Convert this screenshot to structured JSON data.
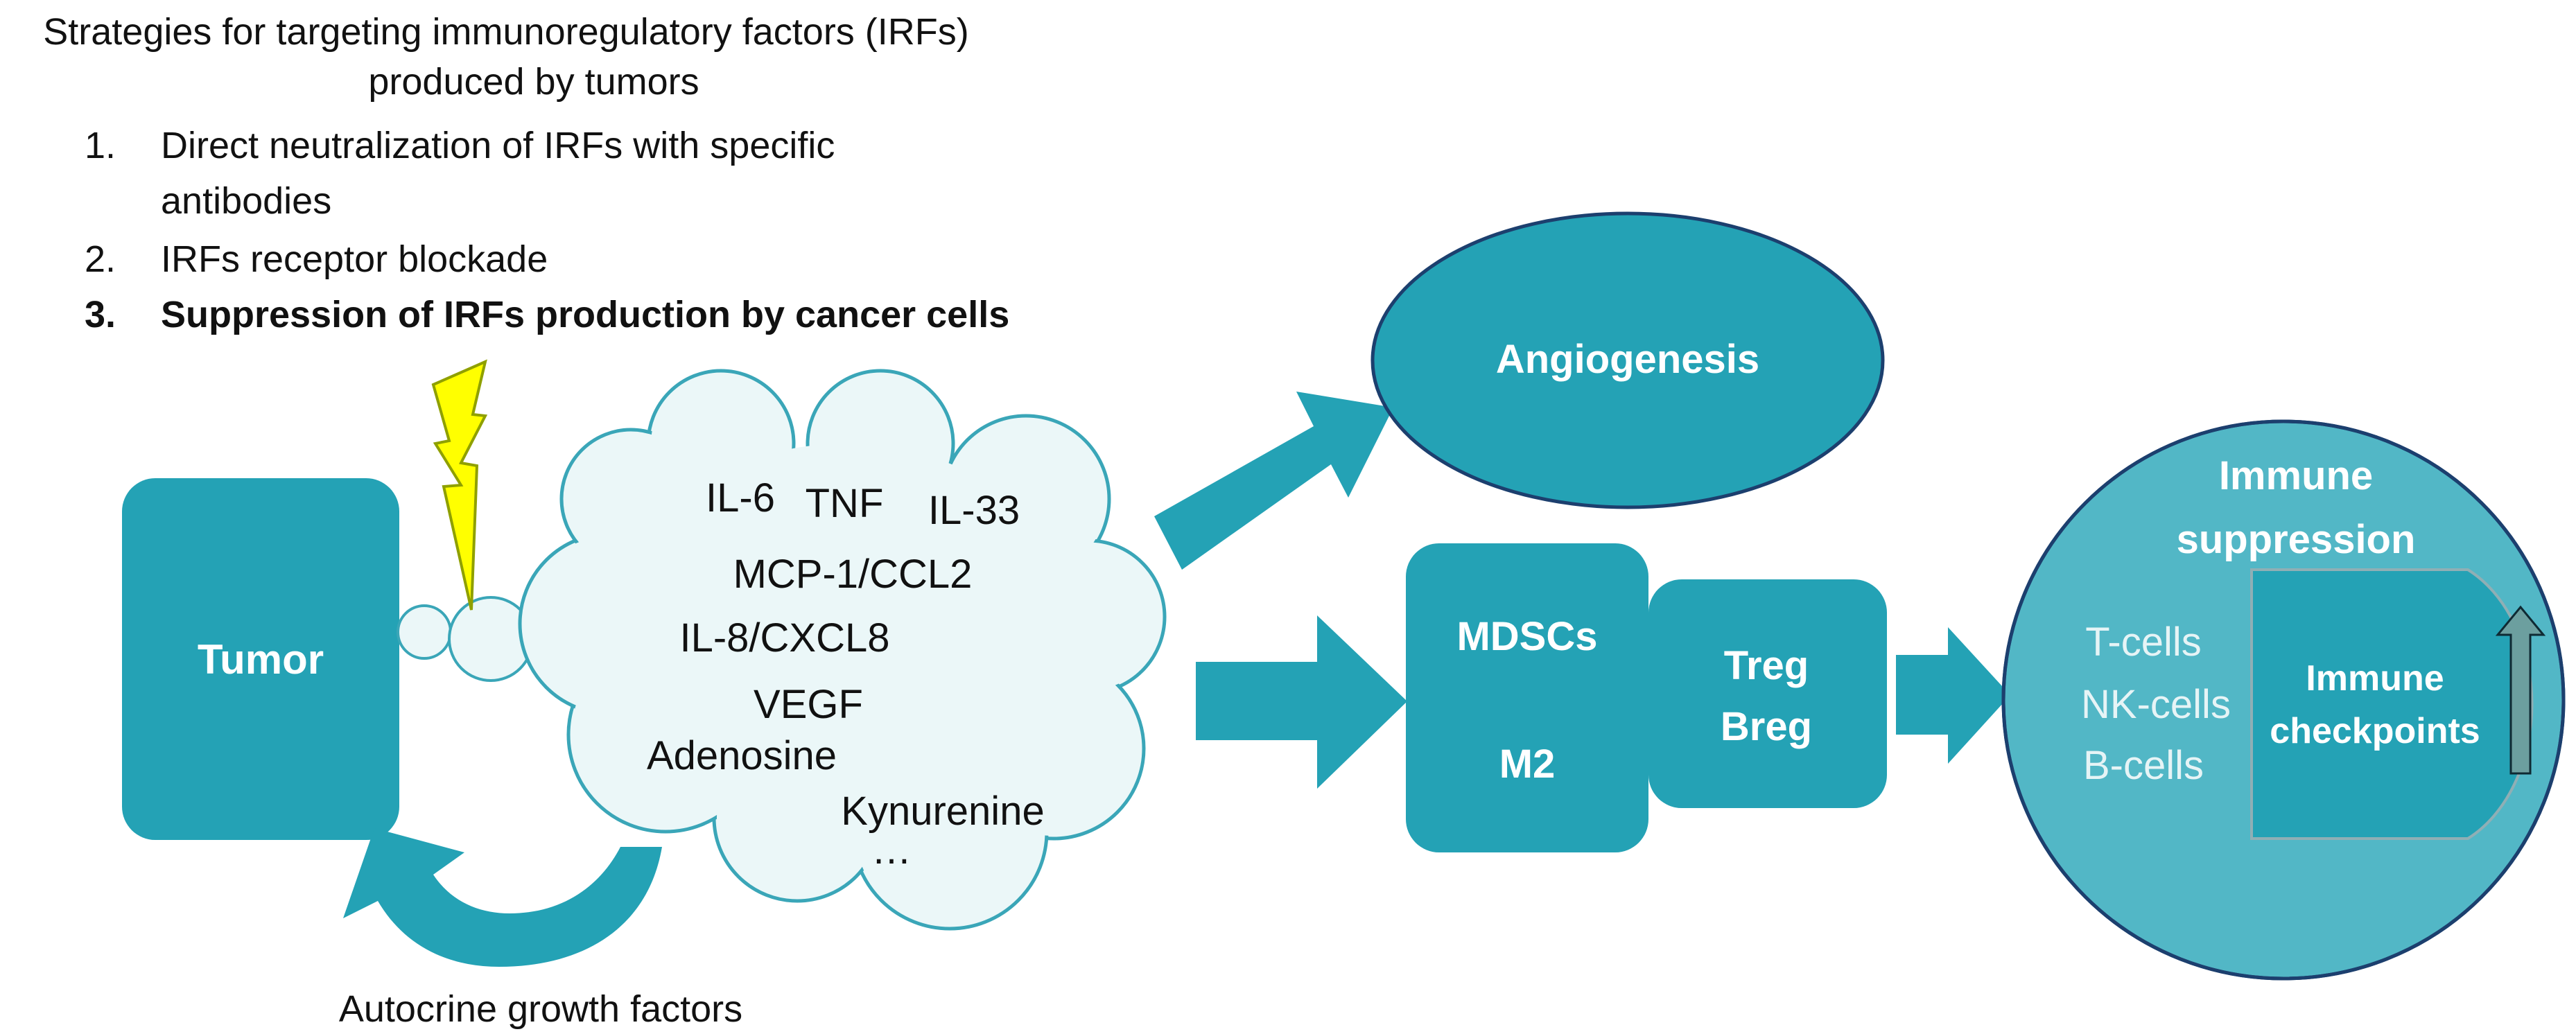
{
  "strategies": {
    "heading_line1": "Strategies for targeting immunoregulatory factors (IRFs)",
    "heading_line2": "produced by tumors",
    "items": [
      {
        "number": "1.",
        "line1": "Direct neutralization of IRFs with specific",
        "line2": "antibodies"
      },
      {
        "number": "2.",
        "line1": "IRFs receptor blockade",
        "line2": ""
      },
      {
        "number": "3.",
        "line1": "Suppression of IRFs production by cancer cells",
        "line2": ""
      }
    ]
  },
  "tumor": {
    "label": "Tumor"
  },
  "factors_cloud": {
    "factors": [
      "IL-6",
      "TNF",
      "IL-33",
      "MCP-1/CCL2",
      "IL-8/CXCL8",
      "VEGF",
      "Adenosine",
      "Kynurenine",
      "…"
    ]
  },
  "autocrine": {
    "label": "Autocrine growth factors"
  },
  "angiogenesis": {
    "label": "Angiogenesis"
  },
  "myeloid": {
    "line1": "MDSCs",
    "line2": "M2"
  },
  "regulatory": {
    "line1": "Treg",
    "line2": "Breg"
  },
  "immune_suppression": {
    "title_line1": "Immune",
    "title_line2": "suppression",
    "cells": [
      "T-cells",
      "NK-cells",
      "B-cells"
    ],
    "checkpoints_line1": "Immune",
    "checkpoints_line2": "checkpoints"
  },
  "colors": {
    "teal": "#24A2B5",
    "teal_dark_stroke": "#1E6B7A",
    "cloud_fill": "#EBF7F8",
    "cloud_stroke": "#3AA6B8",
    "suppression_fill": "#52B7C6",
    "light_text": "#E6F4F6",
    "lightning": "#FFFF00",
    "lightning_stroke": "#8FA000",
    "up_arrow_fill": "#6C9F9F",
    "ellipse_stroke": "#1C3F6E"
  }
}
